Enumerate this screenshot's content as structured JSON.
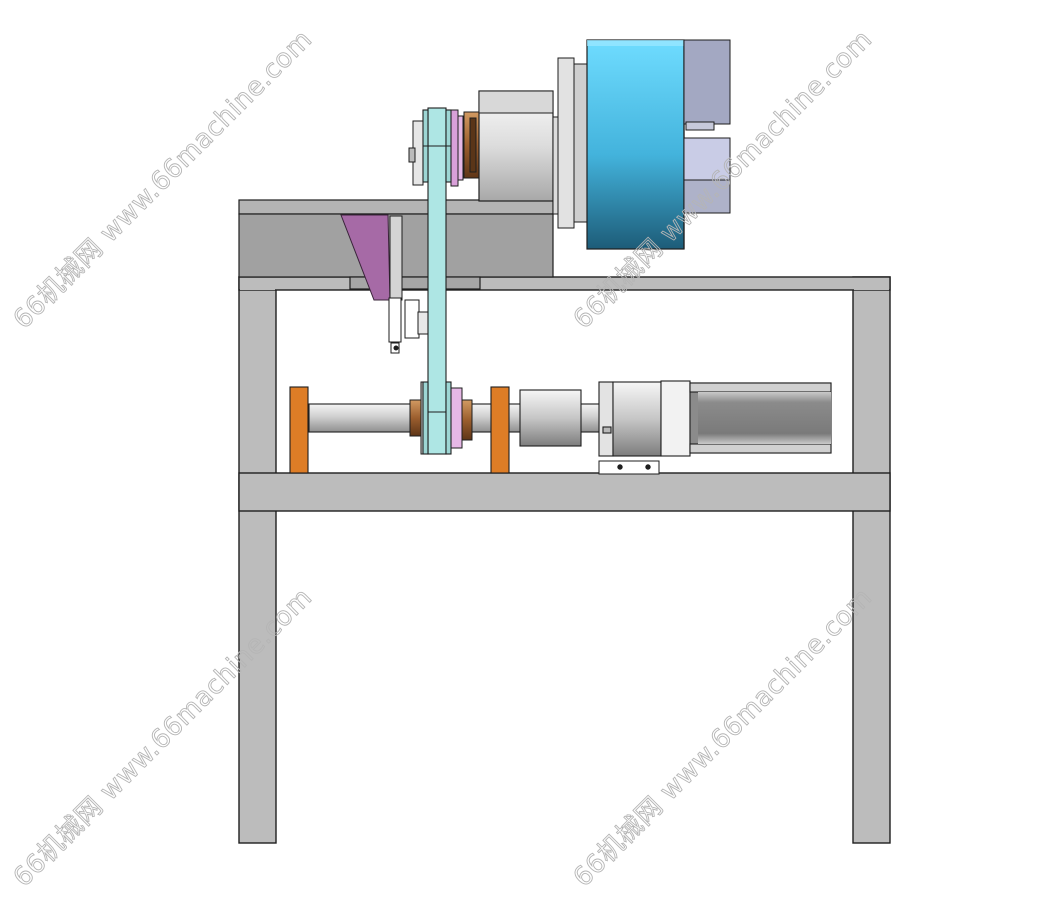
{
  "watermarks": [
    {
      "text": "66机械网 www.66machine.com"
    },
    {
      "text": "66机械网 www.66machine.com"
    },
    {
      "text": "66机械网 www.66machine.com"
    },
    {
      "text": "66机械网 www.66machine.com"
    }
  ],
  "colors": {
    "frame": "#b9b9b9",
    "plate": "#a2a2a2",
    "bearing_block": "#de7d26",
    "belt": "#aee6e4",
    "bracket": "#a66aa6",
    "motor_blue": "#58cbee",
    "pulley_pink": "#e7b6e7",
    "coupling_bronze": "#a86a3a",
    "servo_body": "#8a8a8a"
  },
  "parts": {
    "frame": "steel-frame",
    "top_plate": "mounting-plate",
    "upper_motor": "blue-motor",
    "gearbox": "gearbox-block",
    "belt": "timing-belt",
    "lower_shaft": "drive-shaft",
    "servo_motor": "servo-motor",
    "bearing_blocks": [
      "bearing-block-left",
      "bearing-block-right"
    ]
  }
}
